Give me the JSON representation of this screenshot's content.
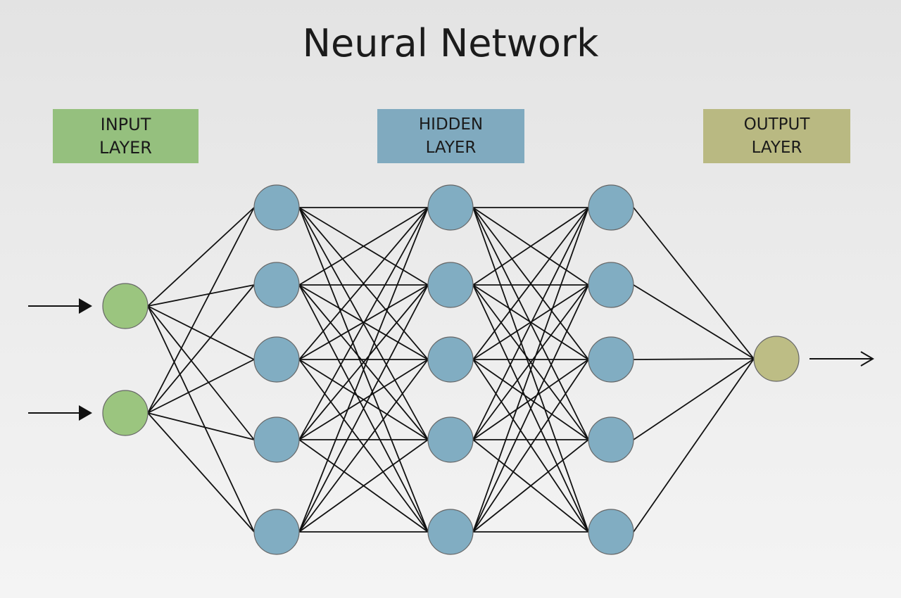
{
  "title": "Neural Network",
  "colors": {
    "input": "#9bc57f",
    "hidden": "#81adc2",
    "output": "#bdbd85",
    "input_label_bg": "#95c07e",
    "hidden_label_bg": "#80aabf",
    "output_label_bg": "#b9b982",
    "edge": "#111111",
    "node_stroke": "#666666"
  },
  "layers": [
    {
      "id": "input",
      "label_line1": "INPUT",
      "label_line2": "LAYER",
      "nodes": 2
    },
    {
      "id": "hidden",
      "label_line1": "HIDDEN",
      "label_line2": "LAYER",
      "hidden_columns": 3,
      "nodes_per_column": 5
    },
    {
      "id": "output",
      "label_line1": "OUTPUT",
      "label_line2": "LAYER",
      "nodes": 1
    }
  ],
  "connectivity": "fully-connected",
  "input_arrows": 2,
  "output_arrows": 1
}
